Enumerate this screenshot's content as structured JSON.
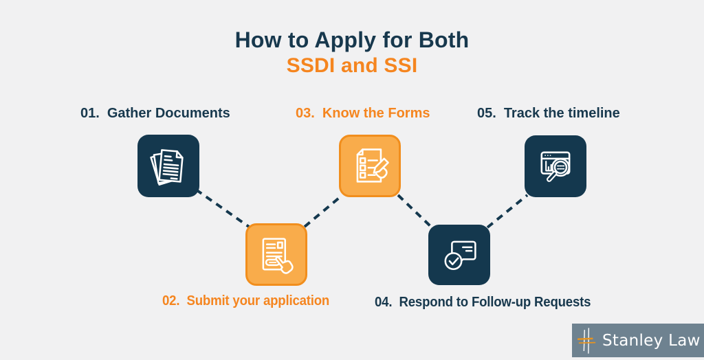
{
  "title": {
    "line1": "How to Apply for Both",
    "line2": "SSDI and SSI"
  },
  "steps": [
    {
      "number": "01.",
      "label": "Gather Documents",
      "accent": "navy",
      "icon": "documents-stack-icon"
    },
    {
      "number": "02.",
      "label": "Submit your application",
      "accent": "orange",
      "icon": "form-submit-hand-icon"
    },
    {
      "number": "03.",
      "label": "Know the Forms",
      "accent": "orange",
      "icon": "checklist-pen-icon"
    },
    {
      "number": "04.",
      "label": "Respond to Follow-up Requests",
      "accent": "navy",
      "icon": "chat-check-icon"
    },
    {
      "number": "05.",
      "label": "Track the timeline",
      "accent": "navy",
      "icon": "browser-magnifier-icon"
    }
  ],
  "logo": {
    "name": "Stanley Law",
    "mark": "hash-lines-icon"
  },
  "colors": {
    "background": "#F1F1F2",
    "navy": "#14384E",
    "title_navy": "#17384D",
    "orange": "#F5851F",
    "tile_orange_fill": "#F9AC4B",
    "tile_orange_border": "#F18E1D",
    "logo_background": "#6E8290",
    "logo_accent": "#E8941F",
    "icon_stroke": "#FFFFFF"
  }
}
